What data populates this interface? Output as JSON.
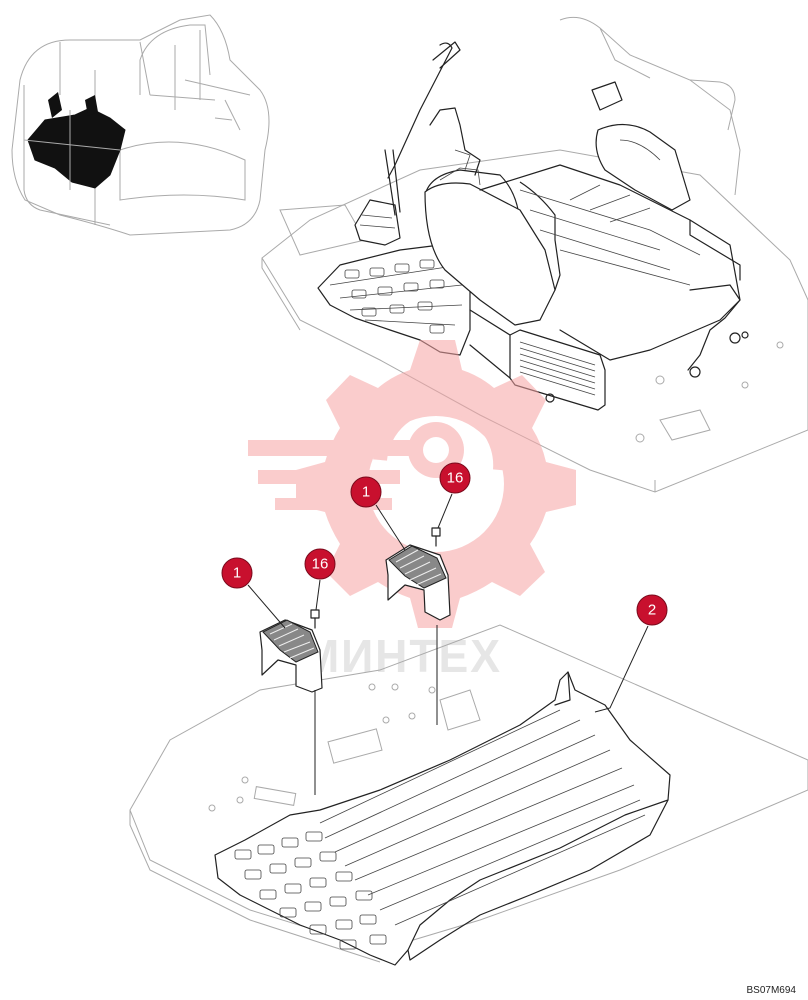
{
  "watermark": {
    "text": "МИНТЕХ",
    "color": "#f28b8b"
  },
  "callouts": [
    {
      "id": "callout-1-left",
      "label": "1"
    },
    {
      "id": "callout-16-left",
      "label": "16"
    },
    {
      "id": "callout-1-right",
      "label": "1"
    },
    {
      "id": "callout-16-right",
      "label": "16"
    },
    {
      "id": "callout-2",
      "label": "2"
    }
  ],
  "drawing_code": "BS07M694",
  "accent_color": "#c8102e"
}
